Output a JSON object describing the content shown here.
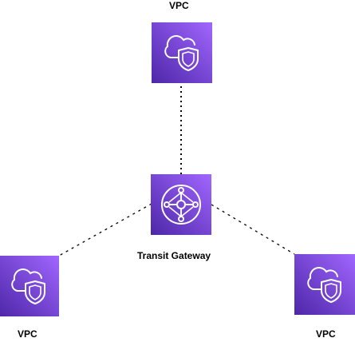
{
  "diagram": {
    "accent_gradient_top": "#4d27a8",
    "accent_gradient_bottom": "#a166ff",
    "connector_color": "#000000",
    "nodes": {
      "vpc_top": {
        "label": "VPC",
        "icon": "vpc-cloud-shield-icon"
      },
      "transit_gateway": {
        "label": "Transit Gateway",
        "icon": "transit-gateway-hub-icon"
      },
      "vpc_left": {
        "label": "VPC",
        "icon": "vpc-cloud-shield-icon"
      },
      "vpc_right": {
        "label": "VPC",
        "icon": "vpc-cloud-shield-icon"
      }
    },
    "connections": [
      {
        "from": "transit_gateway",
        "to": "vpc_top",
        "style": "dotted"
      },
      {
        "from": "transit_gateway",
        "to": "vpc_left",
        "style": "dotted"
      },
      {
        "from": "transit_gateway",
        "to": "vpc_right",
        "style": "dotted"
      }
    ]
  }
}
